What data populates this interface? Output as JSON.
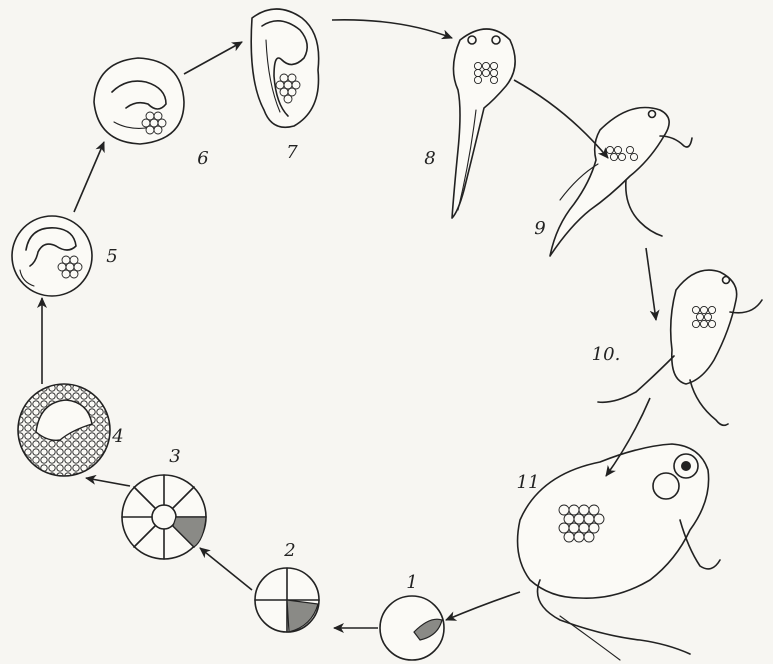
{
  "diagram": {
    "stages": [
      {
        "id": "1",
        "label": "1"
      },
      {
        "id": "2",
        "label": "2"
      },
      {
        "id": "3",
        "label": "3"
      },
      {
        "id": "4",
        "label": "4"
      },
      {
        "id": "5",
        "label": "5"
      },
      {
        "id": "6",
        "label": "6"
      },
      {
        "id": "7",
        "label": "7"
      },
      {
        "id": "8",
        "label": "8"
      },
      {
        "id": "9",
        "label": "9"
      },
      {
        "id": "10",
        "label": "10."
      },
      {
        "id": "11",
        "label": "11"
      }
    ],
    "colors": {
      "ink": "#222222",
      "paper": "#f7f6f2",
      "shading": "#8a8a86"
    }
  }
}
